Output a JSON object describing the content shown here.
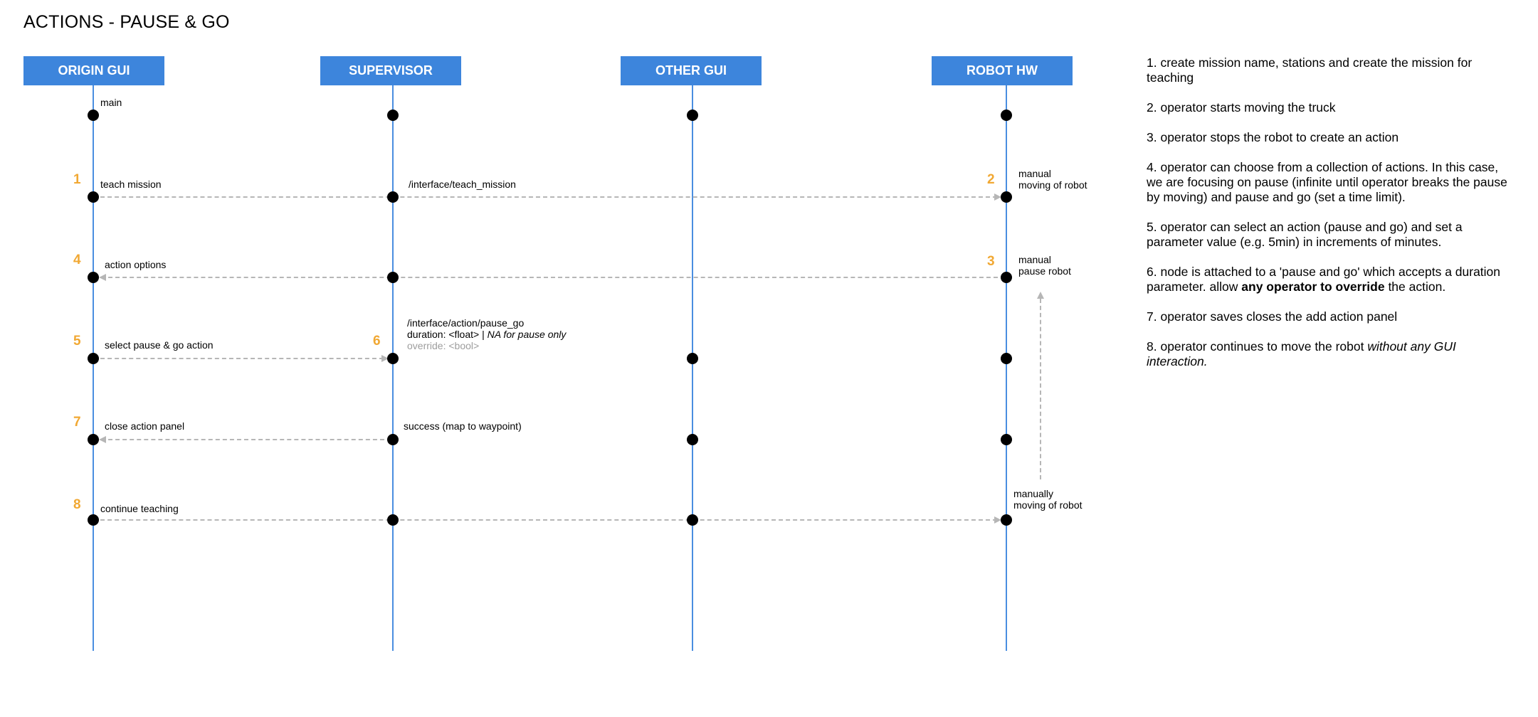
{
  "title": "ACTIONS - PAUSE & GO",
  "lanes": {
    "origin_gui": "ORIGIN GUI",
    "supervisor": "SUPERVISOR",
    "other_gui": "OTHER GUI",
    "robot_hw": "ROBOT HW"
  },
  "steps": {
    "s1": "1",
    "s2": "2",
    "s3": "3",
    "s4": "4",
    "s5": "5",
    "s6": "6",
    "s7": "7",
    "s8": "8"
  },
  "labels": {
    "main": "main",
    "teach_mission": "teach mission",
    "teach_topic": "/interface/teach_mission",
    "manual_moving_1": "manual",
    "manual_moving_2": "moving of robot",
    "action_options": "action options",
    "manual_pause_1": "manual",
    "manual_pause_2": "pause robot",
    "select_pause": "select pause & go action",
    "pause_topic": "/interface/action/pause_go",
    "duration_prefix": "duration: <float> | ",
    "duration_note": "NA for pause only",
    "override": "override: <bool>",
    "close_panel": "close action panel",
    "success": "success (map to waypoint)",
    "continue_teaching": "continue teaching",
    "manually_1": "manually",
    "manually_2": "moving of robot"
  },
  "notes": {
    "n1": "1. create mission name, stations and create the mission for teaching",
    "n2": "2. operator starts moving the truck",
    "n3": "3. operator stops the robot to create an action",
    "n4": "4. operator can choose from a collection of actions. In this case, we are focusing on pause (infinite until operator breaks the pause by moving) and pause and go (set a time limit).",
    "n5": "5. operator can select an action (pause and go) and set a parameter value (e.g. 5min) in increments of minutes.",
    "n6_pre": "6. node is attached to a 'pause and go' which accepts a duration parameter. allow ",
    "n6_bold": "any operator to override",
    "n6_post": " the action.",
    "n7": "7. operator saves closes the add action panel",
    "n8_pre": "8. operator continues to move the robot ",
    "n8_italic": "without any GUI interaction."
  },
  "colors": {
    "header_blue": "#3d85dc",
    "lifeline_blue": "#4a8ee0",
    "step_orange": "#f1a833",
    "dashed_gray": "#b6b6b6"
  }
}
